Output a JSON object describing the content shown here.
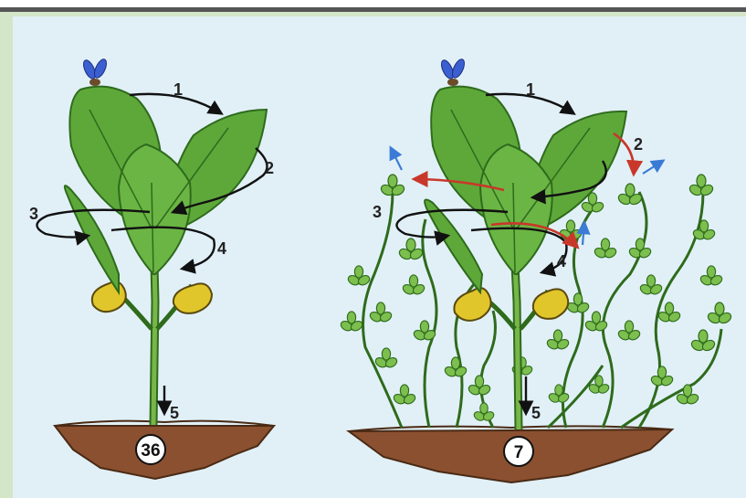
{
  "colors": {
    "outer_bg": "#d4e6c8",
    "panel_bg": "#e1f0f7",
    "leaf": "#5ea83a",
    "leaf_dark": "#2e6b1c",
    "soil": "#8a5030",
    "cotyledon": "#e0c62a",
    "black_arrow": "#111111",
    "red_arrow": "#c8382a",
    "blue_arrow": "#3b7bd6",
    "aphid": "#3b5fd0"
  },
  "left_plant": {
    "step_labels": [
      "1",
      "2",
      "3",
      "4",
      "5"
    ],
    "count": "36"
  },
  "right_plant": {
    "step_labels": [
      "1",
      "2",
      "3",
      "4",
      "5"
    ],
    "count": "7"
  }
}
